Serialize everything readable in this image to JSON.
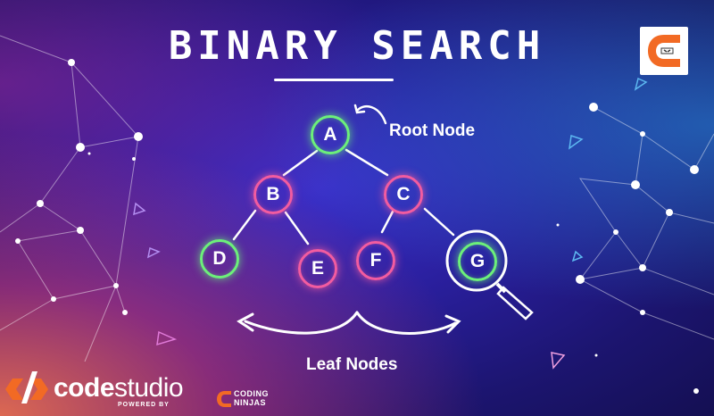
{
  "title": "BINARY SEARCH",
  "tree": {
    "nodes": [
      {
        "id": "A",
        "label": "A",
        "ring": "green"
      },
      {
        "id": "B",
        "label": "B",
        "ring": "pink"
      },
      {
        "id": "C",
        "label": "C",
        "ring": "pink"
      },
      {
        "id": "D",
        "label": "D",
        "ring": "green"
      },
      {
        "id": "E",
        "label": "E",
        "ring": "pink"
      },
      {
        "id": "F",
        "label": "F",
        "ring": "pink"
      },
      {
        "id": "G",
        "label": "G",
        "ring": "green"
      }
    ],
    "edges": [
      [
        "A",
        "B"
      ],
      [
        "A",
        "C"
      ],
      [
        "B",
        "D"
      ],
      [
        "B",
        "E"
      ],
      [
        "C",
        "F"
      ],
      [
        "C",
        "G"
      ]
    ],
    "root_label": "Root Node",
    "leaf_label": "Leaf Nodes"
  },
  "brand": {
    "name_bold": "code",
    "name_light": "studio",
    "powered_by": "POWERED BY",
    "partner_line1": "CODING",
    "partner_line2": "NINJAS"
  },
  "colors": {
    "green_ring": "#6cf07a",
    "pink_ring": "#f25ca0",
    "brand_orange": "#f26a24"
  },
  "icons": [
    "search-magnifier-icon",
    "coding-ninjas-logo-icon",
    "codestudio-logo-icon"
  ]
}
